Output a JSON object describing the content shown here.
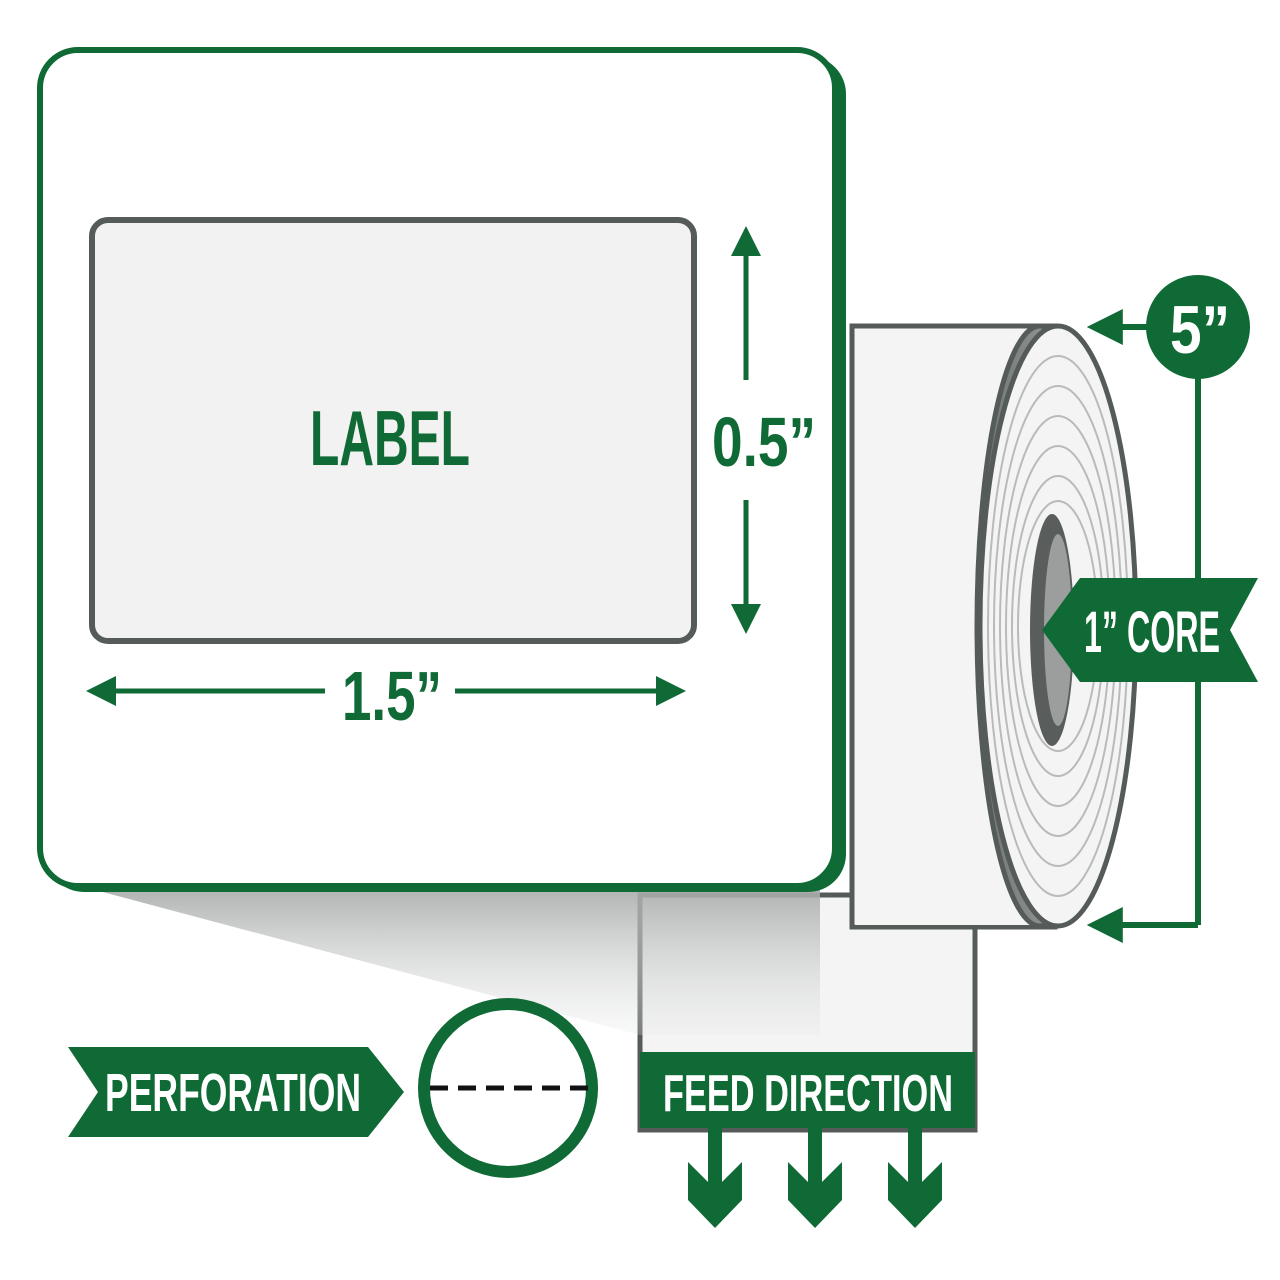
{
  "label_text": "LABEL",
  "label_height": "0.5”",
  "label_width": "1.5”",
  "roll_diameter": "5”",
  "core_size": "1” CORE",
  "perforation_text": "PERFORATION",
  "feed_direction_text": "FEED DIRECTION",
  "colors": {
    "brand_green": "#0f6a35",
    "border_gray": "#555b59",
    "panel_fill": "#f2f2f2",
    "roll_side": "#8a8d8c"
  },
  "icons": {
    "feed_arrows": "arrow-down-icon",
    "dimension_arrows": "double-arrow-icon"
  }
}
